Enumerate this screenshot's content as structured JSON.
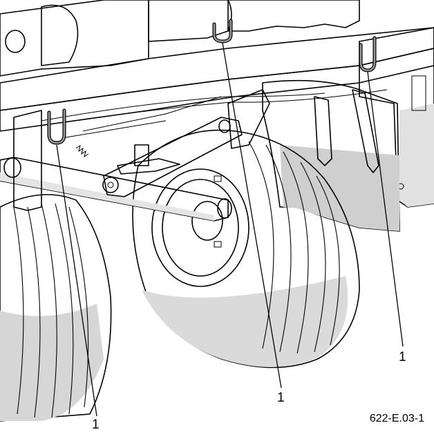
{
  "figure": {
    "id_label": "622-E.03-1",
    "callouts": [
      {
        "label": "1",
        "target": "left-u-bracket"
      },
      {
        "label": "1",
        "target": "center-u-bracket"
      },
      {
        "label": "1",
        "target": "right-u-bracket"
      }
    ],
    "colors": {
      "line": "#000000",
      "shade_light": "#e9e9e9",
      "shade_mid": "#d0d0d0",
      "shade_dark": "#9a9a9a",
      "background": "#ffffff"
    }
  }
}
